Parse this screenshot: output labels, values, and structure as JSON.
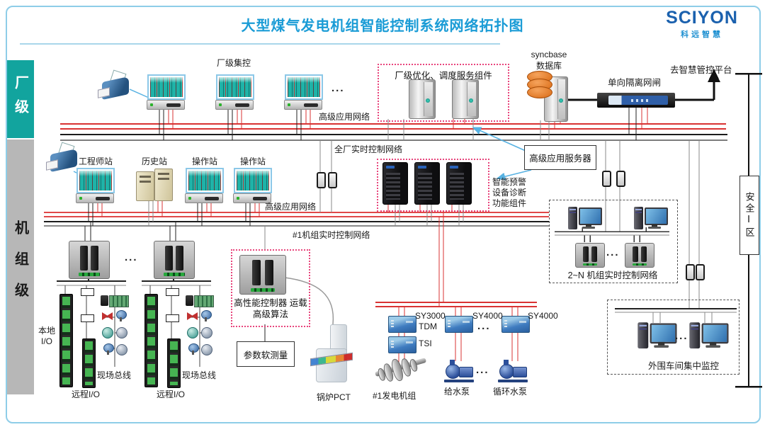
{
  "header": {
    "title": "大型煤气发电机组智能控制系统网络拓扑图",
    "logo": "SCIYON",
    "logo_subtitle": "科远智慧"
  },
  "zones": {
    "plant": "厂级",
    "unit": "机组级",
    "security": "安全Ⅰ区"
  },
  "networks": {
    "advanced_app": "高级应用网络",
    "plant_realtime": "全厂实时控制网络",
    "unit1_realtime": "#1机组实时控制网络",
    "unit2n_realtime": "2~N 机组实时控制网络"
  },
  "plant_level": {
    "central_control_label": "厂级集控",
    "optimization_box_label": "厂级优化、调度服务组件",
    "syncbase_lines": [
      "syncbase",
      "数据库"
    ],
    "gateway_label": "单向隔离网闸",
    "to_platform_label": "去智慧管控平台",
    "app_server_label": "高级应用服务器"
  },
  "unit_level": {
    "stations": [
      "工程师站",
      "历史站",
      "操作站",
      "操作站"
    ],
    "warning_lines": [
      "智能预警",
      "设备诊断",
      "功能组件"
    ],
    "controller_lines": [
      "高性能控制器",
      "运载高级算法"
    ],
    "soft_measure_label": "参数软测量",
    "local_io_lines": [
      "本地",
      "I/O"
    ],
    "remote_io_label": "远程I/O",
    "fieldbus_label": "现场总线",
    "boiler_label": "锅炉PCT",
    "generator_label": "#1发电机组",
    "feed_pump_label": "给水泵",
    "circ_pump_label": "循环水泵",
    "peripheral_label": "外围车间集中监控",
    "sy_devices": [
      "SY3000",
      "TDM",
      "TSI",
      "SY4000",
      "SY4000"
    ]
  },
  "misc": {
    "ellipsis": "..."
  },
  "colors": {
    "accent_blue": "#1b9cd6",
    "teal_zone": "#12a49e",
    "bus_red": "#d93333",
    "pink_border": "#e8457c",
    "arrow_blue": "#58b2e2"
  }
}
